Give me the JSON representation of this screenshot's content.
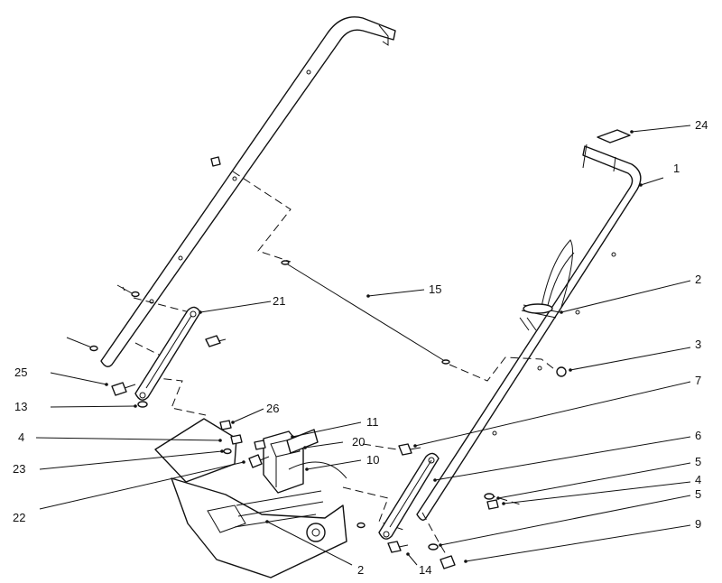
{
  "callouts": {
    "c1": "1",
    "c2a": "2",
    "c2b": "2",
    "c3": "3",
    "c4a": "4",
    "c4b": "4",
    "c5a": "5",
    "c5b": "5",
    "c6": "6",
    "c7": "7",
    "c9": "9",
    "c10": "10",
    "c11": "11",
    "c13": "13",
    "c14": "14",
    "c15": "15",
    "c20": "20",
    "c21": "21",
    "c22": "22",
    "c23": "23",
    "c24": "24",
    "c25": "25",
    "c26": "26"
  }
}
